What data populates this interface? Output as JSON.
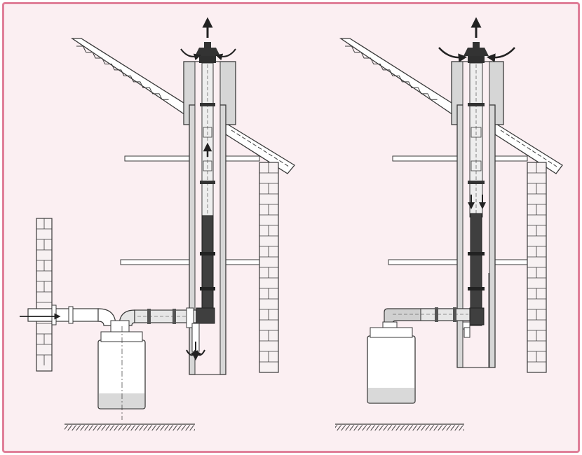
{
  "figure": {
    "panels": [
      {
        "id": "left",
        "variant": "separate-duct"
      },
      {
        "id": "right",
        "variant": "concentric-duct"
      }
    ]
  },
  "colors": {
    "frame_border": "#e07f99",
    "background": "#fbeff2",
    "line": "#3a3a3a",
    "chimney_fill": "#d6d6d6",
    "pipe_fill": "#e6e6e6",
    "dark_pipe": "#3f3f3f",
    "brick_fill": "#f7f1f2"
  },
  "icons": [
    "arrow-up-icon",
    "curved-arrow-icon",
    "arrow-down-icon",
    "arrow-right-icon"
  ]
}
